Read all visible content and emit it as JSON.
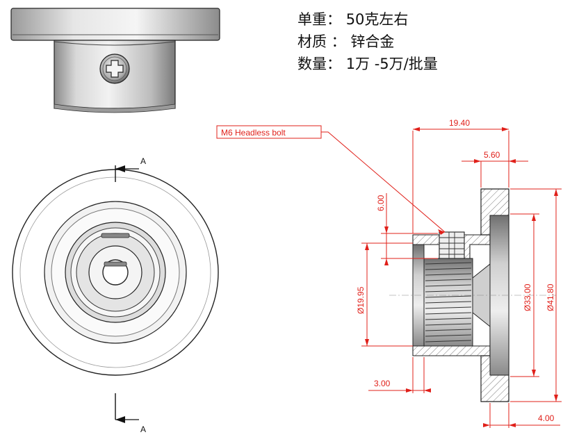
{
  "specs": [
    {
      "label": "单重：",
      "value": "50克左右"
    },
    {
      "label": "材质 ：",
      "value": "锌合金"
    },
    {
      "label": "数量：",
      "value": "1万 -5万/批量"
    }
  ],
  "callout": {
    "text": "M6 Headless bolt"
  },
  "section_marker": {
    "top": "A",
    "bottom": "A"
  },
  "dimensions": {
    "overall_length": "19.40",
    "flange_thickness": "5.60",
    "bolt_offset": "6.00",
    "thread_diameter": "Ø19.95",
    "inner_diameter": "Ø33.00",
    "flange_diameter": "Ø41.80",
    "shoulder_depth": "3.00",
    "flange_lip": "4.00"
  },
  "colors": {
    "dimension": "#e0201a",
    "outline": "#222222",
    "section_hatch": "#555555"
  }
}
